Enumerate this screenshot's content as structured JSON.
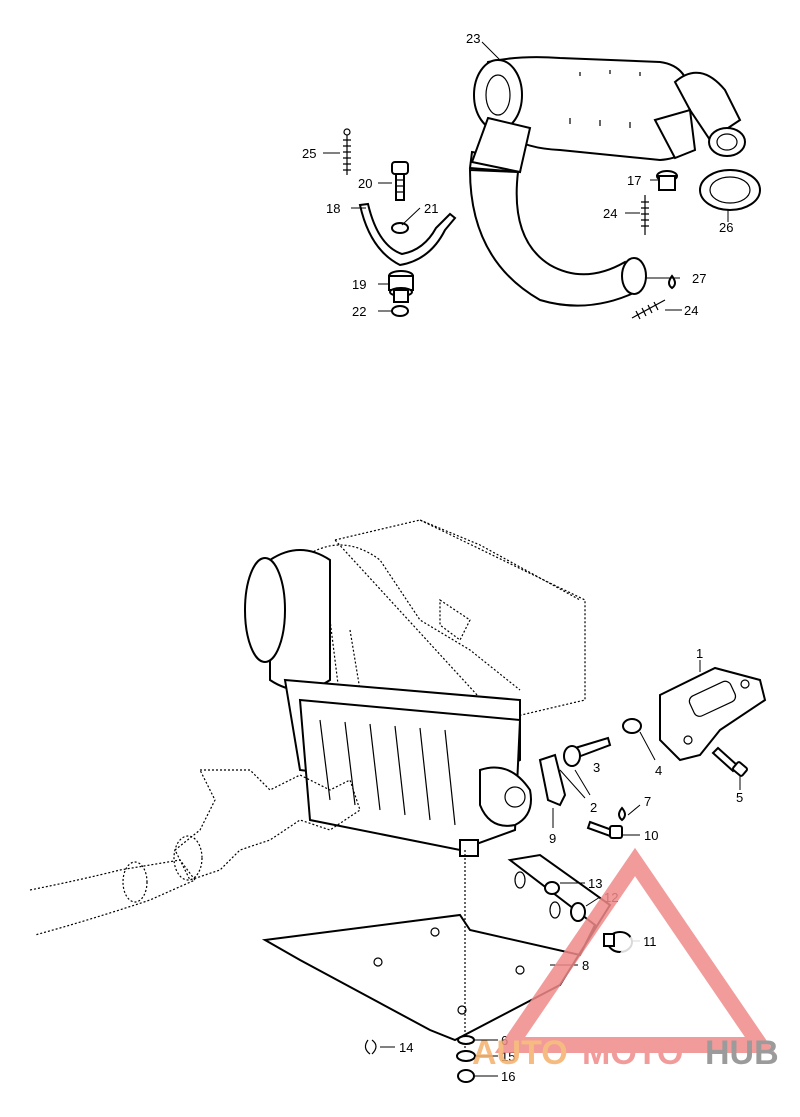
{
  "callouts": {
    "n1": "1",
    "n2": "2",
    "n3": "3",
    "n4": "4",
    "n5": "5",
    "n6": "6",
    "n7": "7",
    "n8": "8",
    "n9": "9",
    "n10": "10",
    "n11": "11",
    "n12": "12",
    "n13": "13",
    "n14": "14",
    "n15": "15",
    "n16": "16",
    "n17": "17",
    "n18": "18",
    "n19": "19",
    "n20": "20",
    "n21": "21",
    "n22": "22",
    "n23": "23",
    "n24a": "24",
    "n24b": "24",
    "n25": "25",
    "n26": "26",
    "n27": "27"
  },
  "watermark": {
    "auto": "AUTO",
    "moto": "MOTO",
    "hub": "HUB",
    "colors": {
      "brand_red": "#f08a8a",
      "brand_orange": "#f5b06a",
      "brand_gray": "#8a8a8a"
    }
  }
}
